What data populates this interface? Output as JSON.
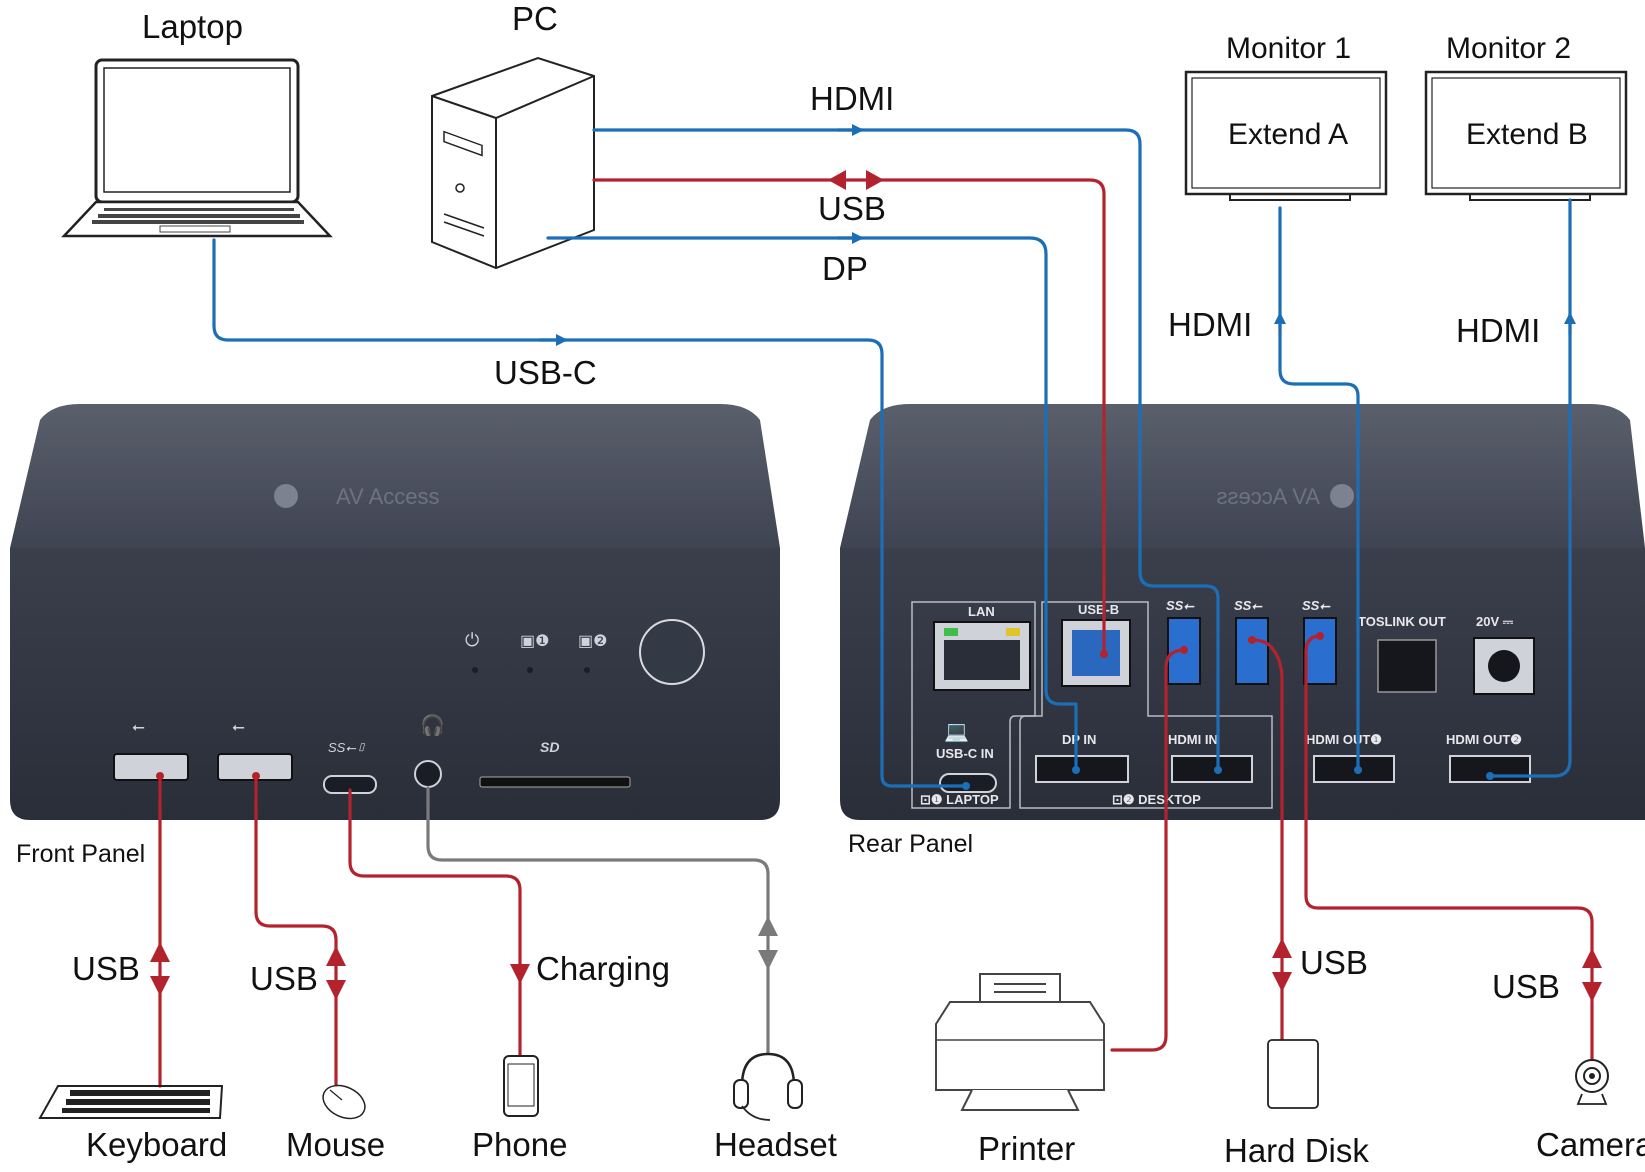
{
  "brand": "AV Access",
  "panels": {
    "front": "Front Panel",
    "rear": "Rear Panel"
  },
  "devices": {
    "laptop": "Laptop",
    "pc": "PC",
    "monitor1": "Monitor 1",
    "monitor2": "Monitor 2",
    "monitor1_screen": "Extend A",
    "monitor2_screen": "Extend B",
    "keyboard": "Keyboard",
    "mouse": "Mouse",
    "phone": "Phone",
    "headset": "Headset",
    "printer": "Printer",
    "hard_disk": "Hard Disk",
    "camera": "Camera"
  },
  "connections": {
    "pc_hdmi": "HDMI",
    "pc_usb": "USB",
    "pc_dp": "DP",
    "laptop_usbc": "USB-C",
    "monitor1_hdmi": "HDMI",
    "monitor2_hdmi": "HDMI",
    "keyboard_usb": "USB",
    "mouse_usb": "USB",
    "phone_charging": "Charging",
    "harddisk_usb": "USB",
    "camera_usb": "USB"
  },
  "rear_ports": {
    "lan": "LAN",
    "usb_b": "USB-B",
    "toslink": "TOSLINK OUT",
    "power": "20V ⎓",
    "usb_c_in": "USB-C IN",
    "laptop_group": "⊡❶ LAPTOP",
    "dp_in": "DP IN",
    "hdmi_in": "HDMI IN",
    "desktop_group": "⊡❷ DESKTOP",
    "hdmi_out1": "HDMI OUT❶",
    "hdmi_out2": "HDMI OUT❷"
  },
  "colors": {
    "video": "#1c6fb6",
    "usb": "#b3232e",
    "audio": "#7a7a7a",
    "chassis": "#3a3f4d"
  }
}
